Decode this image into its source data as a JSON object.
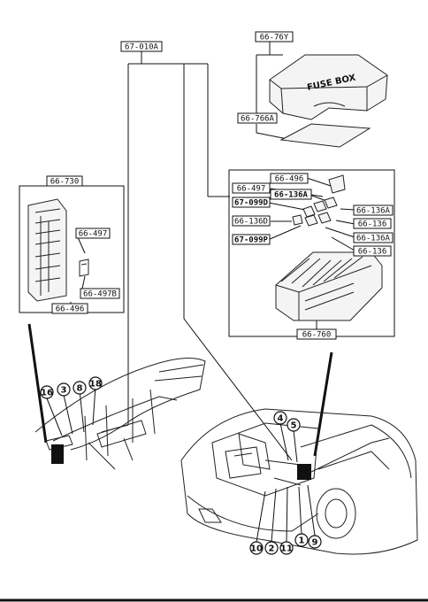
{
  "part_labels": {
    "main_harness": "67-010A",
    "fuse_box_cover": "66-76Y",
    "fuse_box_text": "FUSE BOX",
    "fuse_box_gasket": "66-766A",
    "relay_block": "66-730",
    "relay_497": "66-497",
    "relay_497b": "66-497B",
    "relay_496_left": "66-496",
    "fb_496": "66-496",
    "fb_497": "66-497",
    "fb_136a_top": "66-136A",
    "fb_099d": "67-099D",
    "fb_136d": "66-136D",
    "fb_099p": "67-099P",
    "fb_136a_right": "66-136A",
    "fb_136_right": "66-136",
    "fb_136a_lower": "66-136A",
    "fb_136_lower": "66-136",
    "fuse_block": "66-760"
  },
  "callouts": {
    "c16": "16",
    "c3": "3",
    "c8": "8",
    "c18": "18",
    "c4": "4",
    "c5": "5",
    "c10": "10",
    "c2": "2",
    "c11": "11",
    "c1": "1",
    "c9": "9"
  }
}
